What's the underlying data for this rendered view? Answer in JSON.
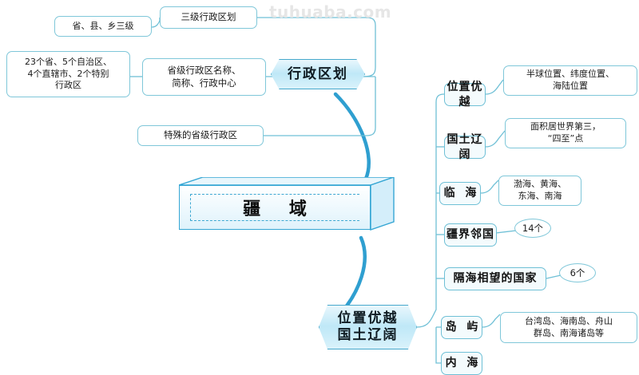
{
  "watermark": "tuhuaba.com",
  "center": {
    "label": "疆 域"
  },
  "colors": {
    "line_main": "#2f9fd0",
    "line_thin": "#6fc0d6",
    "node_border": "#7fc7d9",
    "branch_fill": "#bfe8f7",
    "text": "#1a1a1a",
    "watermark": "#e6e6e6"
  },
  "branches": [
    {
      "id": "administrative-divisions",
      "label": "行政区划",
      "children": [
        {
          "id": "three-level-divisions",
          "label": "三级行政区划",
          "detail": "省、县、乡三级"
        },
        {
          "id": "province-names",
          "label": "省级行政区名称、\n简称、行政中心",
          "detail": "23个省、5个自治区、\n4个直辖市、2个特别\n行政区"
        },
        {
          "id": "special-provinces",
          "label": "特殊的省级行政区",
          "detail": ""
        }
      ]
    },
    {
      "id": "location-territory",
      "label": "位置优越\n国土辽阔",
      "children": [
        {
          "id": "superior-location",
          "label": "位置优越",
          "detail": "半球位置、纬度位置、\n海陆位置",
          "detail_type": "box"
        },
        {
          "id": "vast-territory",
          "label": "国土辽阔",
          "detail": "面积居世界第三，\n“四至”点",
          "detail_type": "box"
        },
        {
          "id": "bordering-seas",
          "label": "临 海",
          "detail": "渤海、黄海、\n东海、南海",
          "detail_type": "box"
        },
        {
          "id": "neighboring-countries",
          "label": "疆界邻国",
          "detail": "14个",
          "detail_type": "badge"
        },
        {
          "id": "sea-facing-countries",
          "label": "隔海相望的国家",
          "detail": "6个",
          "detail_type": "badge"
        },
        {
          "id": "islands",
          "label": "岛 屿",
          "detail": "台湾岛、海南岛、舟山\n群岛、南海诸岛等",
          "detail_type": "box"
        },
        {
          "id": "inland-sea",
          "label": "内 海",
          "detail": "",
          "detail_type": "none"
        }
      ]
    }
  ]
}
